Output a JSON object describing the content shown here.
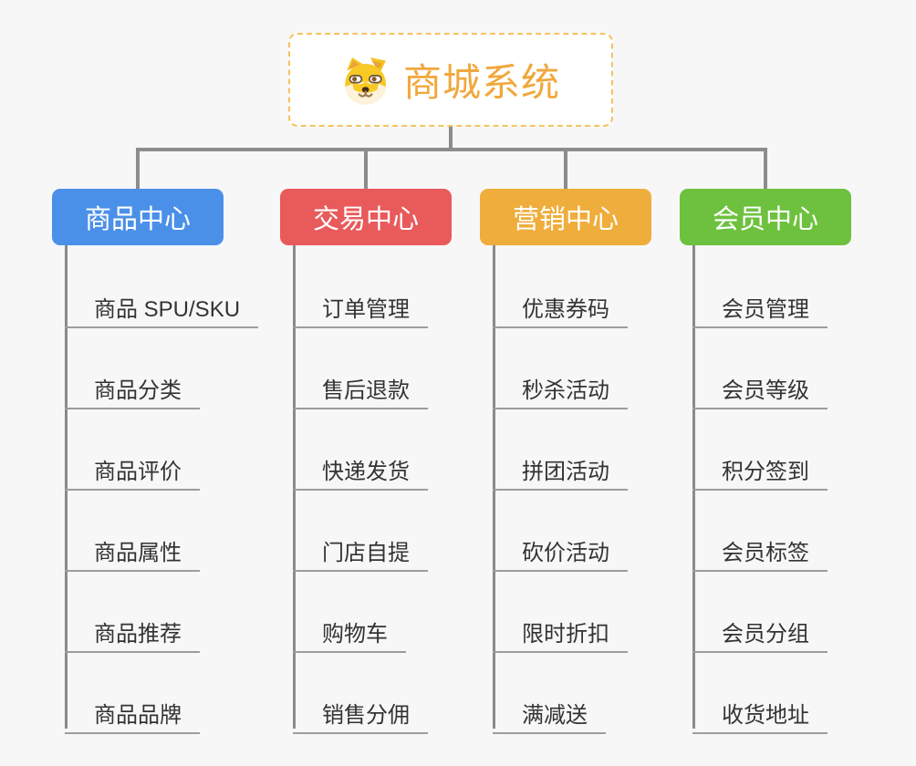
{
  "root": {
    "label": "商城系统",
    "icon": "dog-face-icon",
    "text_color": "#f0a83c",
    "border_color": "#f5c35f"
  },
  "connector_color": "#8c8c8c",
  "background_color": "#f7f7f8",
  "branches": [
    {
      "label": "商品中心",
      "color": "#4b90e8",
      "children": [
        "商品 SPU/SKU",
        "商品分类",
        "商品评价",
        "商品属性",
        "商品推荐",
        "商品品牌"
      ]
    },
    {
      "label": "交易中心",
      "color": "#e95a5b",
      "children": [
        "订单管理",
        "售后退款",
        "快递发货",
        "门店自提",
        "购物车",
        "销售分佣"
      ]
    },
    {
      "label": "营销中心",
      "color": "#efad3b",
      "children": [
        "优惠券码",
        "秒杀活动",
        "拼团活动",
        "砍价活动",
        "限时折扣",
        "满减送"
      ]
    },
    {
      "label": "会员中心",
      "color": "#6dc13e",
      "children": [
        "会员管理",
        "会员等级",
        "积分签到",
        "会员标签",
        "会员分组",
        "收货地址"
      ]
    }
  ]
}
